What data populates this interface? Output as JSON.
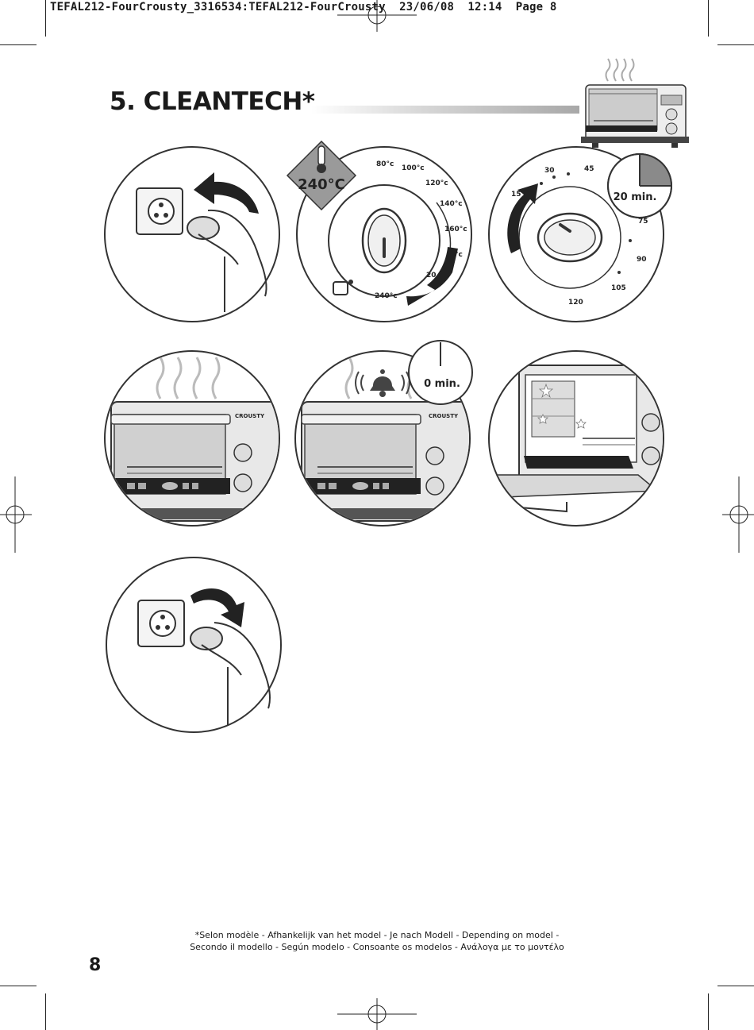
{
  "header": {
    "print_line": "TEFAL212-FourCrousty_3316534:TEFAL212-FourCrousty  23/06/08  12:14  Page 8"
  },
  "section": {
    "title": "5. CLEANTECH*"
  },
  "step2": {
    "badge": "240°C",
    "dial_labels": [
      "80°c",
      "100°c",
      "120°c",
      "140°c",
      "160°c",
      "°c",
      "20",
      "c",
      "240°c"
    ]
  },
  "step3": {
    "badge": "20 min.",
    "dial_labels": [
      "30",
      "45",
      "15",
      "75",
      "90",
      "105",
      "120"
    ]
  },
  "step4": {
    "brand": "CROUSTY"
  },
  "step5": {
    "brand": "CROUSTY",
    "badge": "0 min."
  },
  "footnote": {
    "line1": "*Selon modèle - Afhankelijk van het model - Je nach Modell - Depending on model -",
    "line2": "Secondo il modello - Según modelo - Consoante os modelos - Ανάλογα με το μοντέλο"
  },
  "page_number": "8"
}
